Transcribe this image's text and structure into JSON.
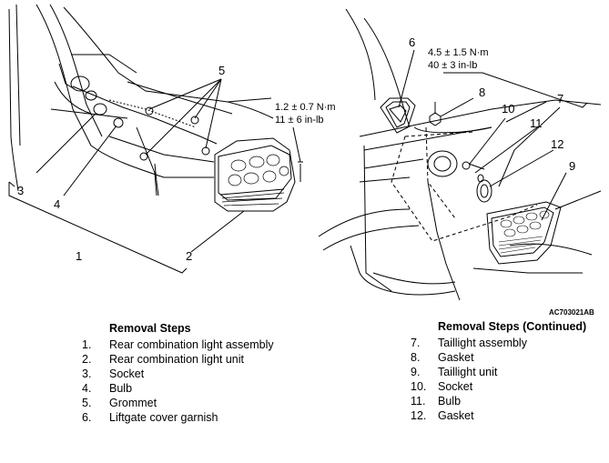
{
  "diagram": {
    "left_view": {
      "callouts": [
        "1",
        "2",
        "3",
        "4",
        "5"
      ],
      "torque": {
        "nm": "1.2 ± 0.7 N·m",
        "inlb": "11 ± 6 in-lb"
      }
    },
    "right_view": {
      "callouts": [
        "6",
        "7",
        "8",
        "9",
        "10",
        "11",
        "12"
      ],
      "torque": {
        "nm": "4.5 ± 1.5 N·m",
        "inlb": "40 ± 3 in-lb"
      }
    },
    "figure_id": "AC703021AB"
  },
  "removal_steps": {
    "title": "Removal Steps",
    "items": [
      {
        "num": "1.",
        "text": "Rear combination light assembly"
      },
      {
        "num": "2.",
        "text": "Rear combination light unit"
      },
      {
        "num": "3.",
        "text": "Socket"
      },
      {
        "num": "4.",
        "text": "Bulb"
      },
      {
        "num": "5.",
        "text": "Grommet"
      },
      {
        "num": "6.",
        "text": "Liftgate cover garnish"
      }
    ]
  },
  "removal_steps_continued": {
    "title": "Removal Steps (Continued)",
    "items": [
      {
        "num": "7.",
        "text": "Taillight assembly"
      },
      {
        "num": "8.",
        "text": "Gasket"
      },
      {
        "num": "9.",
        "text": "Taillight unit"
      },
      {
        "num": "10.",
        "text": "Socket"
      },
      {
        "num": "11.",
        "text": "Bulb"
      },
      {
        "num": "12.",
        "text": "Gasket"
      }
    ]
  }
}
